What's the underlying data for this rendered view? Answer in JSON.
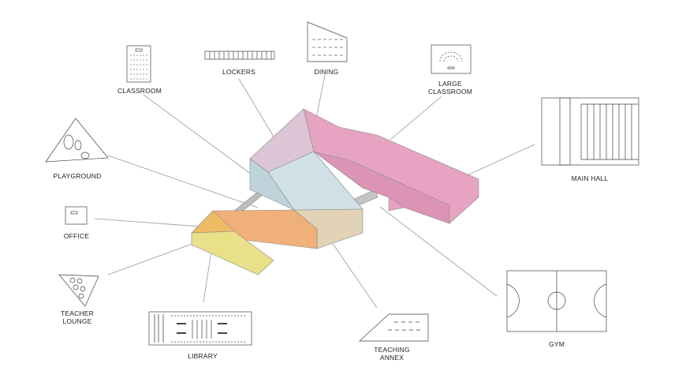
{
  "labels": {
    "classroom": "CLASSROOM",
    "lockers": "LOCKERS",
    "dining": "DINING",
    "large_classroom": "LARGE\nCLASSROOM",
    "main_hall": "MAIN HALL",
    "playground": "PLAYGROUND",
    "office": "OFFICE",
    "teacher_lounge": "TEACHER\nLOUNGE",
    "library": "LIBRARY",
    "teaching_annex": "TEACHING\nANNEX",
    "gym": "GYM"
  },
  "colors": {
    "pink": "#e6a3c2",
    "lavender": "#dcc6d6",
    "blue": "#cfe0e6",
    "orange": "#efb07a",
    "beige": "#e3d3b6",
    "yellow": "#e9e08a",
    "line": "#888888"
  }
}
